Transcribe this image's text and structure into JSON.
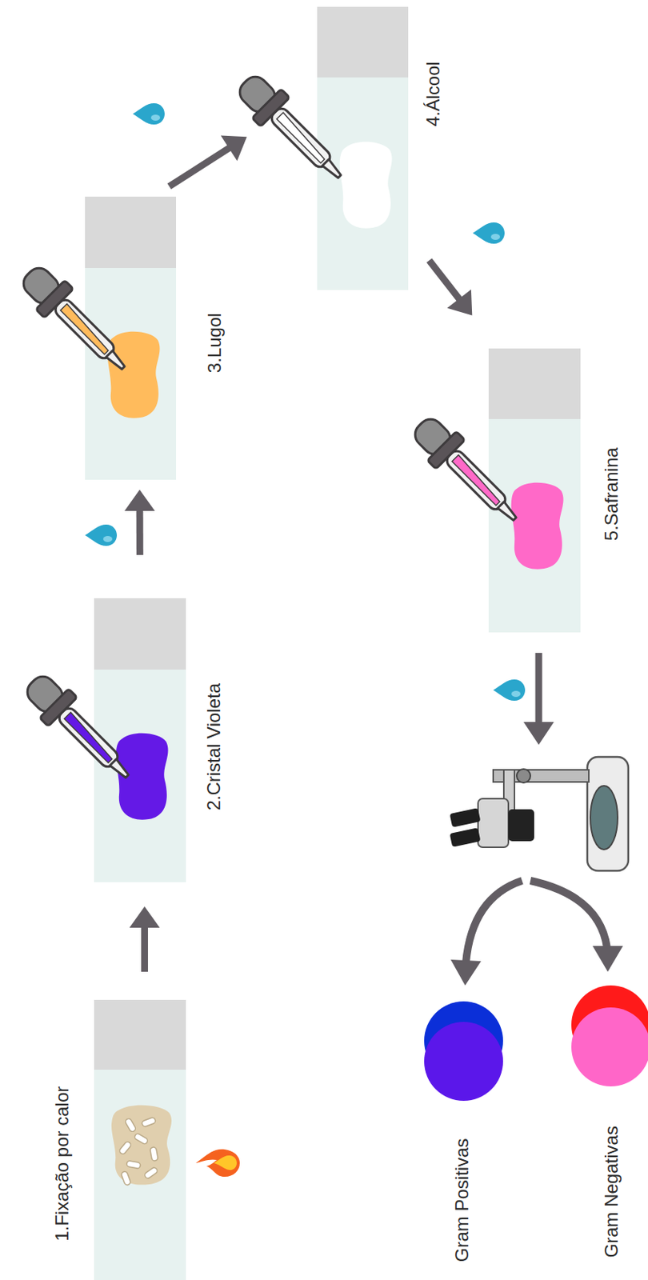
{
  "diagram": {
    "nodes": [
      {
        "text": [
          "1.Fixação por calor"
        ]
      },
      {
        "text": [
          "2.Cristal Violeta"
        ]
      },
      {
        "text": [
          "3.Lugol"
        ]
      },
      {
        "text": [
          "4.Álcool"
        ]
      },
      {
        "text": [
          "5.Safranina"
        ]
      },
      {
        "text": [
          "Gram Positivas"
        ]
      },
      {
        "text": [
          "Gram Negativas"
        ]
      }
    ],
    "edges": [
      {
        "from": 0,
        "to": 1,
        "arrow": "to"
      },
      {
        "from": 1,
        "to": 2,
        "arrow": "to"
      },
      {
        "from": 2,
        "to": 3,
        "arrow": "to"
      },
      {
        "from": 3,
        "to": 4,
        "arrow": "to"
      }
    ]
  }
}
